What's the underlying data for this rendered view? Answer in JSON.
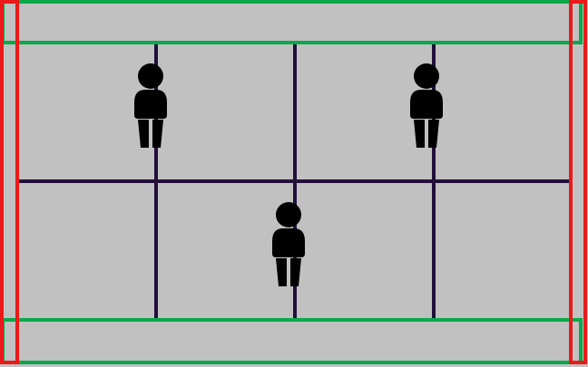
{
  "colors": {
    "board": "#c1c1c1",
    "grid_lines": "#22103a",
    "top_bottom_zones": "#0aa84a",
    "side_zones": "#ea1a1a",
    "figures": "#000000"
  },
  "grid": {
    "rows": 2,
    "columns": 4
  },
  "icons": {
    "figure": "person-icon"
  },
  "figures": [
    {
      "row": 1,
      "column": 1,
      "label": ""
    },
    {
      "row": 1,
      "column": 3,
      "label": ""
    },
    {
      "row": 2,
      "column": 2,
      "label": ""
    }
  ]
}
